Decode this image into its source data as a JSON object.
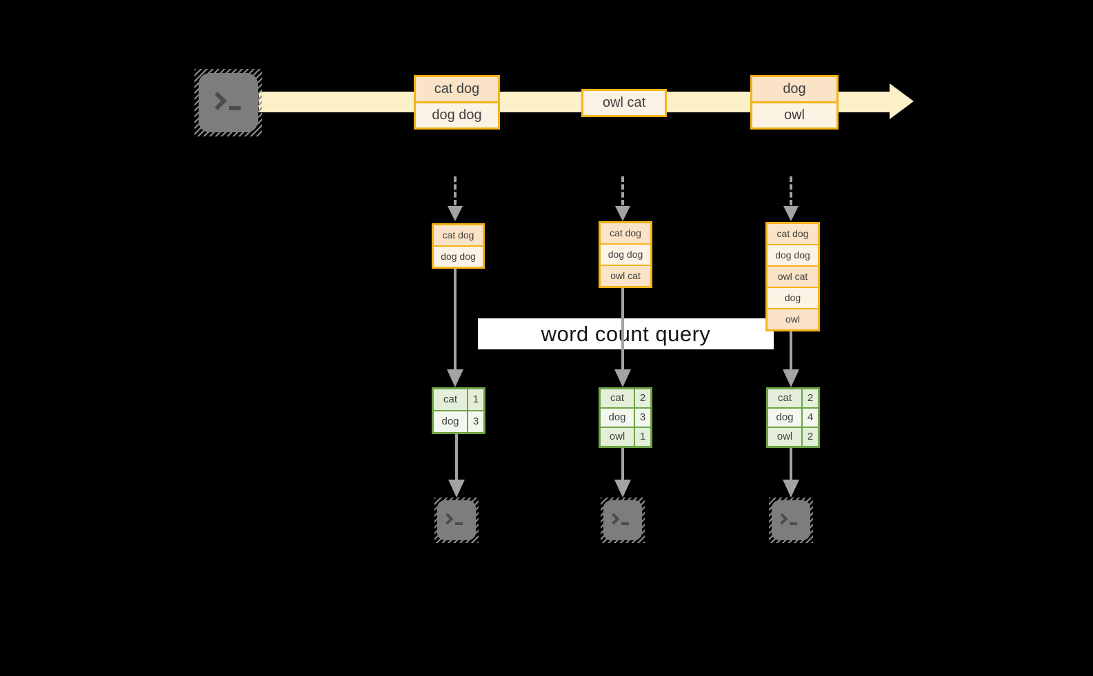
{
  "diagram": {
    "query_label": "word count query",
    "stream_events": [
      {
        "items": [
          "cat dog",
          "dog dog"
        ]
      },
      {
        "items": [
          "owl cat"
        ]
      },
      {
        "items": [
          "dog",
          "owl"
        ]
      }
    ],
    "micro_batches": [
      {
        "items": [
          "cat dog",
          "dog dog"
        ]
      },
      {
        "items": [
          "cat dog",
          "dog dog",
          "owl cat"
        ]
      },
      {
        "items": [
          "cat dog",
          "dog dog",
          "owl cat",
          "dog",
          "owl"
        ]
      }
    ],
    "word_counts": [
      {
        "rows": [
          {
            "word": "cat",
            "count": "1"
          },
          {
            "word": "dog",
            "count": "3"
          }
        ]
      },
      {
        "rows": [
          {
            "word": "cat",
            "count": "2"
          },
          {
            "word": "dog",
            "count": "3"
          },
          {
            "word": "owl",
            "count": "1"
          }
        ]
      },
      {
        "rows": [
          {
            "word": "cat",
            "count": "2"
          },
          {
            "word": "dog",
            "count": "4"
          },
          {
            "word": "owl",
            "count": "2"
          }
        ]
      }
    ],
    "icons": {
      "source": "terminal-icon",
      "sink_1": "terminal-icon",
      "sink_2": "terminal-icon",
      "sink_3": "terminal-icon",
      "stream_arrow": "right-arrow-band-icon",
      "flow_arrows": "down-arrow-icon"
    },
    "colors": {
      "background": "#000000",
      "stream_band": "#FBF0C7",
      "event_border": "#F2B31B",
      "event_cell_dark": "#FAE3C6",
      "event_cell_light": "#FDF3E4",
      "table_border": "#6FA346",
      "table_cell_dark": "#E4EFD9",
      "table_cell_light": "#F2F8EE",
      "arrow_gray": "#A3A3A3",
      "terminal_gray": "#7D7D7D",
      "cell_text": "#3F3F3F",
      "query_band_bg": "#FFFFFF"
    }
  }
}
